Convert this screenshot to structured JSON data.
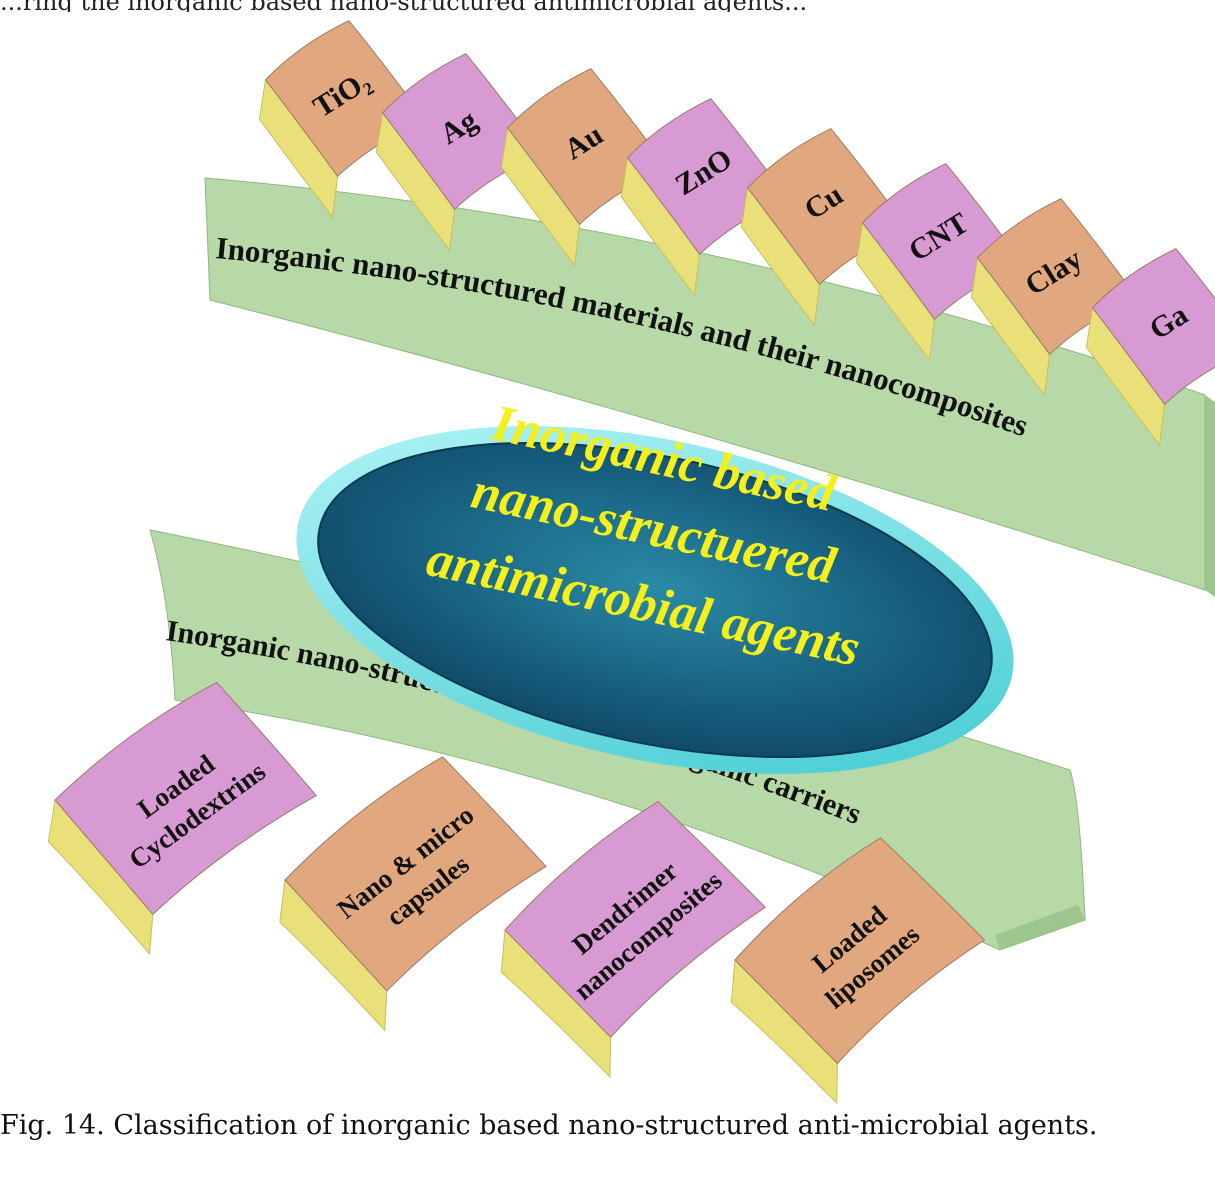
{
  "top_text": "...ring the inorganic based nano-structured antimicrobial agents...",
  "center": {
    "lines": [
      "Inorganic based",
      "nano-structuered",
      "antimicrobial agents"
    ]
  },
  "upper_band": {
    "label": "Inorganic nano-structured materials and their nanocomposites",
    "tiles": [
      "TiO₂",
      "Ag",
      "Au",
      "ZnO",
      "Cu",
      "CNT",
      "Clay",
      "Ga"
    ]
  },
  "lower_band": {
    "label": "Inorganic nano-structuered loaded into organic carriers",
    "tiles": [
      [
        "Loaded",
        "Cyclodextrins"
      ],
      [
        "Nano & micro",
        "capsules"
      ],
      [
        "Dendrimer",
        "nanocomposites"
      ],
      [
        "Loaded",
        "liposomes"
      ]
    ]
  },
  "caption": "Fig. 14. Classification of inorganic based nano-structured anti-microbial agents.",
  "colors": {
    "band": "#b7d9a8",
    "band_side": "#96c185",
    "tile_orange": "#e1a77f",
    "tile_pink": "#d79ad3",
    "tile_side": "#e9e07a",
    "ellipse_outer": "#7fe3e6",
    "ellipse_inner": "#165d78",
    "center_text": "#f5ef1a"
  }
}
